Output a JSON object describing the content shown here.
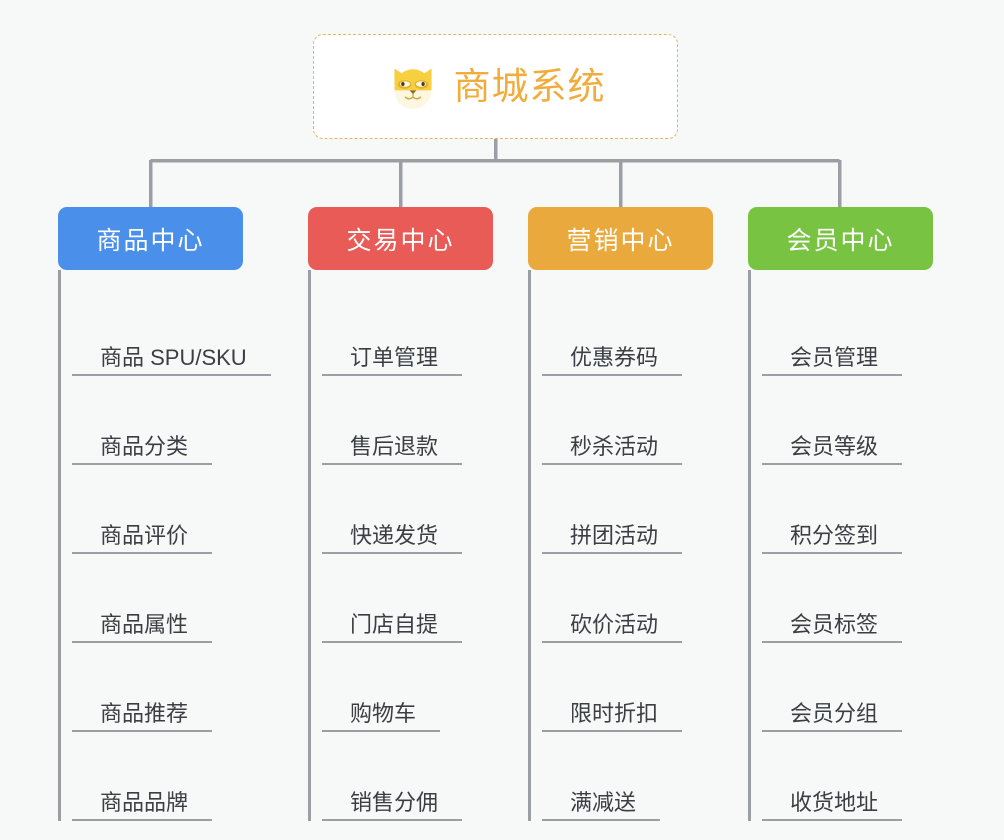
{
  "background_color": "#f7f8f8",
  "root": {
    "title": "商城系统",
    "icon": "shiba-dog-face-icon",
    "text_color": "#f0ad3e",
    "border_color": "#e8b45c",
    "background_color": "#ffffff"
  },
  "line_color": "#9b9fa3",
  "columns": [
    {
      "label": "商品中心",
      "color": "#4a90ea",
      "items": [
        "商品 SPU/SKU",
        "商品分类",
        "商品评价",
        "商品属性",
        "商品推荐",
        "商品品牌"
      ]
    },
    {
      "label": "交易中心",
      "color": "#e85b57",
      "items": [
        "订单管理",
        "售后退款",
        "快递发货",
        "门店自提",
        "购物车",
        "销售分佣"
      ]
    },
    {
      "label": "营销中心",
      "color": "#eaa93c",
      "items": [
        "优惠券码",
        "秒杀活动",
        "拼团活动",
        "砍价活动",
        "限时折扣",
        "满减送"
      ]
    },
    {
      "label": "会员中心",
      "color": "#78c341",
      "items": [
        "会员管理",
        "会员等级",
        "积分签到",
        "会员标签",
        "会员分组",
        "收货地址"
      ]
    }
  ]
}
